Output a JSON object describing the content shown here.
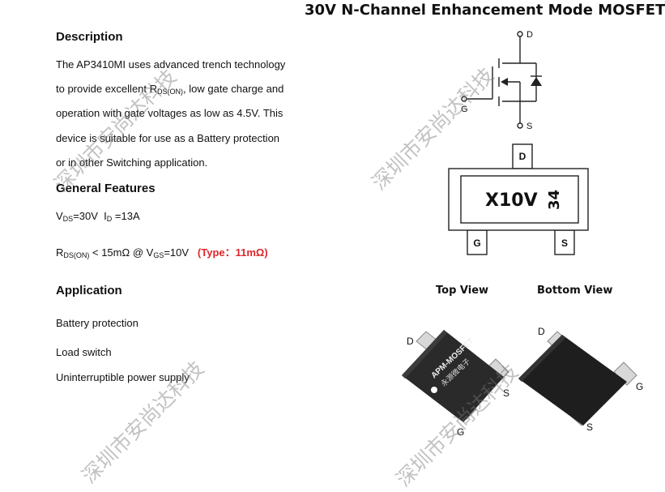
{
  "title": "30V N-Channel Enhancement Mode MOSFET",
  "description": {
    "heading": "Description",
    "lines": [
      {
        "pre": "The AP3410MI uses advanced trench technology"
      },
      {
        "pre": "to provide excellent R",
        "sub": "DS(ON)",
        "post": ", low gate charge and"
      },
      {
        "pre": "operation with gate voltages as low as 4.5V. This"
      },
      {
        "pre": "device is suitable for use as a Battery protection"
      },
      {
        "pre": "or in other Switching application."
      }
    ]
  },
  "features": {
    "heading": "General Features",
    "line1": {
      "v": "V",
      "v_sub": "DS",
      "v_val": "=30V",
      "i": "I",
      "i_sub": "D",
      "i_val": "=13A"
    },
    "line2": {
      "r": "R",
      "r_sub": "DS(ON)",
      "cond": " < 15mΩ @ V",
      "vgs_sub": "GS",
      "vgs_val": "=10V",
      "typ": "(Type：11mΩ)"
    }
  },
  "application": {
    "heading": "Application",
    "items": [
      "Battery protection",
      "Load switch",
      "Uninterruptible power supply"
    ]
  },
  "symbol": {
    "drain": "D",
    "gate": "G",
    "source": "S"
  },
  "package": {
    "marking": "X10V",
    "code": "34",
    "pin_top": "D",
    "pin_left": "G",
    "pin_right": "S"
  },
  "views": {
    "top_label": "Top View",
    "bottom_label": "Bottom View",
    "chip_text1": "APM-MOSFET",
    "chip_text2": "永源微电子",
    "top_pins": {
      "d": "D",
      "s": "S",
      "g": "G"
    },
    "bottom_pins": {
      "d": "D",
      "s": "S",
      "g": "G"
    }
  },
  "watermark": "深圳市安尚达科技"
}
